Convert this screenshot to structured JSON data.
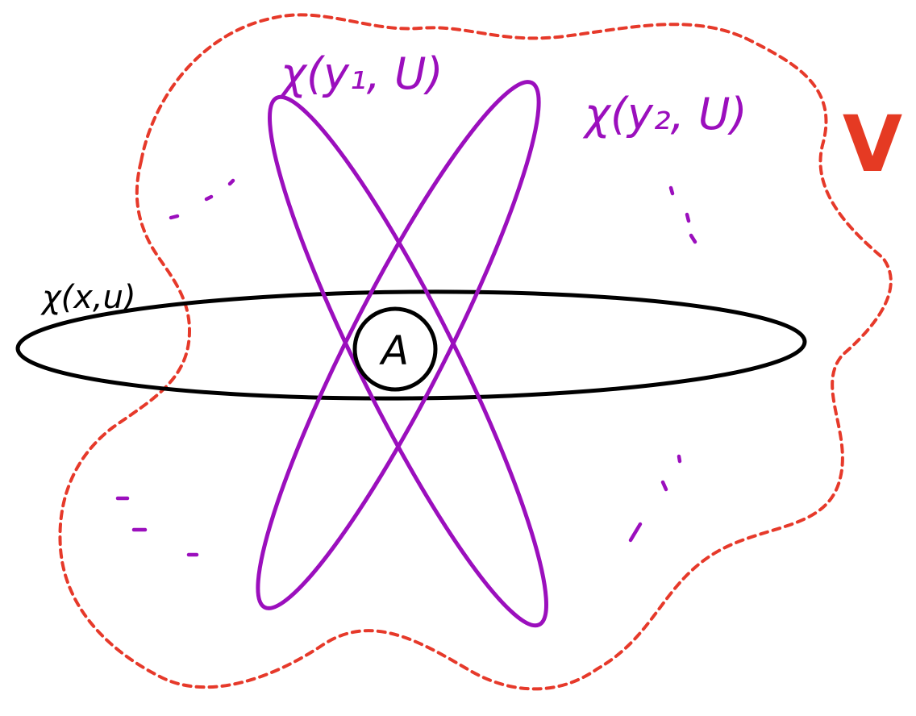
{
  "colors": {
    "black": "#000000",
    "purple": "#9b0fbd",
    "red_dashed": "#e6392a",
    "red_label": "#e53a23",
    "background": "#ffffff"
  },
  "labels": {
    "chi_y1": "χ(y₁, U)",
    "chi_y2": "χ(y₂, U)",
    "chi_x": "χ(x,u)",
    "center": "A",
    "region": "V"
  }
}
